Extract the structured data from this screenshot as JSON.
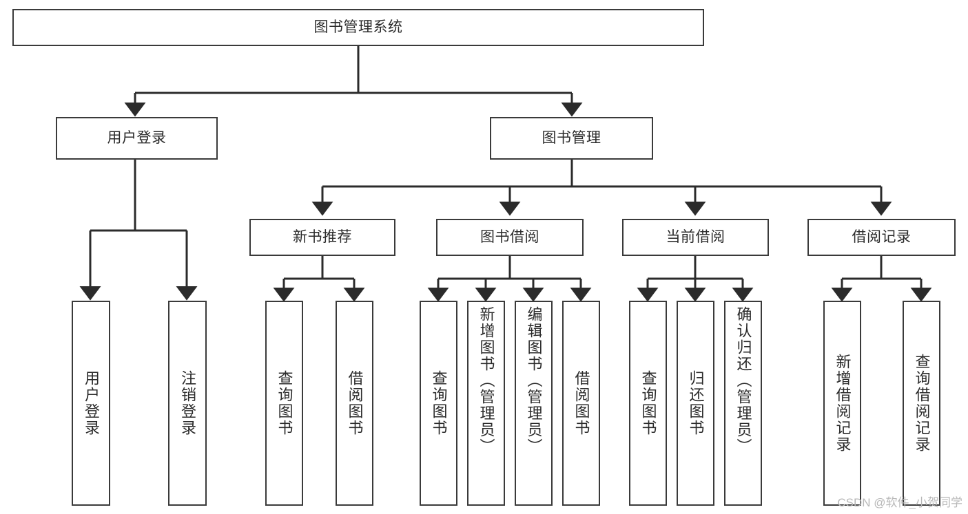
{
  "diagram": {
    "title": "图书管理系统",
    "type": "tree-hierarchy-chart",
    "orientation": "top-down",
    "colors": {
      "box_border": "#3a3a3a",
      "box_fill": "#ffffff",
      "connector": "#2b2b2b",
      "text": "#2b2b2b",
      "watermark": "#b8b8b8",
      "background": "#ffffff"
    }
  },
  "watermark": {
    "text": "CSDN @软件_小贺同学"
  },
  "nodes": {
    "root": {
      "label": "图书管理系统"
    },
    "level2": [
      {
        "id": "user-login",
        "label": "用户登录"
      },
      {
        "id": "book-manage",
        "label": "图书管理"
      }
    ],
    "level3": [
      {
        "id": "new-book-recommend",
        "label": "新书推荐"
      },
      {
        "id": "book-borrow",
        "label": "图书借阅"
      },
      {
        "id": "current-borrow",
        "label": "当前借阅"
      },
      {
        "id": "borrow-record",
        "label": "借阅记录"
      }
    ],
    "leaves": [
      {
        "id": "leaf-user-login",
        "label": "用户登录",
        "parent": "user-login"
      },
      {
        "id": "leaf-logout-login",
        "label": "注销登录",
        "parent": "user-login"
      },
      {
        "id": "leaf-query-book-1",
        "label": "查询图书",
        "parent": "new-book-recommend"
      },
      {
        "id": "leaf-borrow-book-1",
        "label": "借阅图书",
        "parent": "new-book-recommend"
      },
      {
        "id": "leaf-query-book-2",
        "label": "查询图书",
        "parent": "book-borrow"
      },
      {
        "id": "leaf-add-book",
        "label": "新增图书（管理员）",
        "parent": "book-borrow"
      },
      {
        "id": "leaf-edit-book",
        "label": "编辑图书（管理员）",
        "parent": "book-borrow"
      },
      {
        "id": "leaf-borrow-book-2",
        "label": "借阅图书",
        "parent": "book-borrow"
      },
      {
        "id": "leaf-query-book-3",
        "label": "查询图书",
        "parent": "current-borrow"
      },
      {
        "id": "leaf-return-book",
        "label": "归还图书",
        "parent": "current-borrow"
      },
      {
        "id": "leaf-confirm-return",
        "label": "确认归还（管理员）",
        "parent": "current-borrow"
      },
      {
        "id": "leaf-add-record",
        "label": "新增借阅记录",
        "parent": "borrow-record"
      },
      {
        "id": "leaf-query-record",
        "label": "查询借阅记录",
        "parent": "borrow-record"
      }
    ]
  },
  "chart_data": {
    "type": "table",
    "title": "图书管理系统",
    "tree": [
      {
        "name": "图书管理系统",
        "children": [
          {
            "name": "用户登录",
            "children": [
              {
                "name": "用户登录"
              },
              {
                "name": "注销登录"
              }
            ]
          },
          {
            "name": "图书管理",
            "children": [
              {
                "name": "新书推荐",
                "children": [
                  {
                    "name": "查询图书"
                  },
                  {
                    "name": "借阅图书"
                  }
                ]
              },
              {
                "name": "图书借阅",
                "children": [
                  {
                    "name": "查询图书"
                  },
                  {
                    "name": "新增图书（管理员）"
                  },
                  {
                    "name": "编辑图书（管理员）"
                  },
                  {
                    "name": "借阅图书"
                  }
                ]
              },
              {
                "name": "当前借阅",
                "children": [
                  {
                    "name": "查询图书"
                  },
                  {
                    "name": "归还图书"
                  },
                  {
                    "name": "确认归还（管理员）"
                  }
                ]
              },
              {
                "name": "借阅记录",
                "children": [
                  {
                    "name": "新增借阅记录"
                  },
                  {
                    "name": "查询借阅记录"
                  }
                ]
              }
            ]
          }
        ]
      }
    ]
  }
}
